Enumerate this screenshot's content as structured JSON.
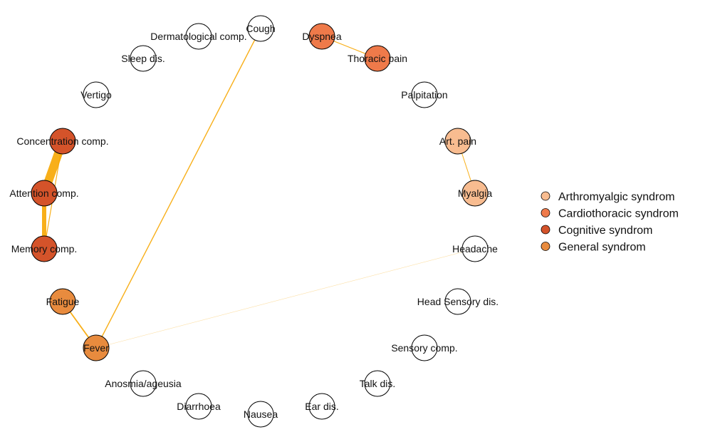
{
  "colors": {
    "edge": "#F7A600",
    "node_stroke": "#000000",
    "unassigned": "#FFFFFF"
  },
  "legend": [
    {
      "name": "Arthromyalgic syndrom",
      "color": "#F8BC90"
    },
    {
      "name": "Cardiothoracic syndrom",
      "color": "#EF7A4A"
    },
    {
      "name": "Cognitive syndrom",
      "color": "#D4532A"
    },
    {
      "name": "General syndrom",
      "color": "#E88B3E"
    }
  ],
  "nodes": [
    {
      "id": "cough",
      "label": "Cough",
      "group": null
    },
    {
      "id": "dyspnea",
      "label": "Dyspnea",
      "group": "Cardiothoracic syndrom"
    },
    {
      "id": "thoracic_pain",
      "label": "Thoracic pain",
      "group": "Cardiothoracic syndrom"
    },
    {
      "id": "palpitation",
      "label": "Palpitation",
      "group": null
    },
    {
      "id": "art_pain",
      "label": "Art. pain",
      "group": "Arthromyalgic syndrom"
    },
    {
      "id": "myalgia",
      "label": "Myalgia",
      "group": "Arthromyalgic syndrom"
    },
    {
      "id": "headache",
      "label": "Headache",
      "group": null
    },
    {
      "id": "head_sensory",
      "label": "Head Sensory dis.",
      "group": null
    },
    {
      "id": "sensory_comp",
      "label": "Sensory comp.",
      "group": null
    },
    {
      "id": "talk_dis",
      "label": "Talk dis.",
      "group": null
    },
    {
      "id": "ear_dis",
      "label": "Ear dis.",
      "group": null
    },
    {
      "id": "nausea",
      "label": "Nausea",
      "group": null
    },
    {
      "id": "diarrhoea",
      "label": "Diarrhoea",
      "group": null
    },
    {
      "id": "anosmia",
      "label": "Anosmia/ageusia",
      "group": null
    },
    {
      "id": "fever",
      "label": "Fever",
      "group": "General syndrom"
    },
    {
      "id": "fatigue",
      "label": "Fatigue",
      "group": "General syndrom"
    },
    {
      "id": "memory",
      "label": "Memory comp.",
      "group": "Cognitive syndrom"
    },
    {
      "id": "attention",
      "label": "Attention comp.",
      "group": "Cognitive syndrom"
    },
    {
      "id": "concentration",
      "label": "Concentration comp.",
      "group": "Cognitive syndrom"
    },
    {
      "id": "vertigo",
      "label": "Vertigo",
      "group": null
    },
    {
      "id": "sleep_dis",
      "label": "Sleep dis.",
      "group": null
    },
    {
      "id": "dermatological",
      "label": "Dermatological comp.",
      "group": null
    }
  ],
  "edges": [
    {
      "source": "dyspnea",
      "target": "thoracic_pain",
      "weight": 1.2
    },
    {
      "source": "art_pain",
      "target": "myalgia",
      "weight": 1.0
    },
    {
      "source": "concentration",
      "target": "attention",
      "weight": 12
    },
    {
      "source": "attention",
      "target": "memory",
      "weight": 6
    },
    {
      "source": "concentration",
      "target": "memory",
      "weight": 1.2
    },
    {
      "source": "fatigue",
      "target": "fever",
      "weight": 1.8
    },
    {
      "source": "fever",
      "target": "cough",
      "weight": 1.4
    },
    {
      "source": "fever",
      "target": "headache",
      "weight": 0.6
    }
  ]
}
